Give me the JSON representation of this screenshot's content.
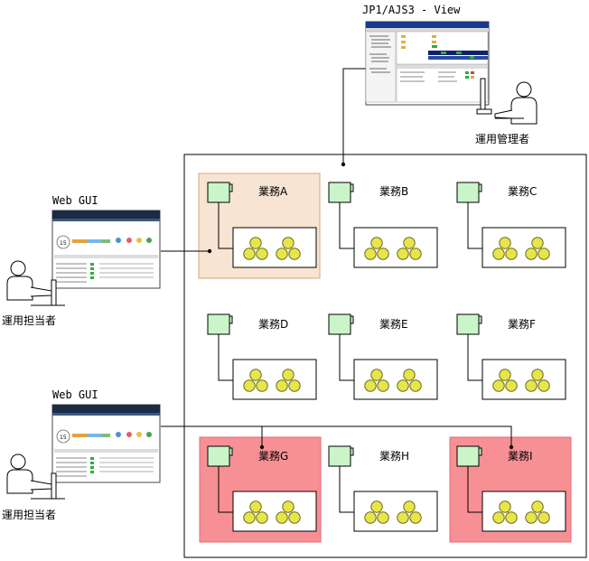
{
  "viewer": {
    "label": "JP1/AJS3 - View",
    "user": "運用管理者"
  },
  "webgui": [
    {
      "label": "Web GUI",
      "user": "運用担当者"
    },
    {
      "label": "Web GUI",
      "user": "運用担当者"
    }
  ],
  "jobs": [
    {
      "name": "業務A",
      "highlight": "peach"
    },
    {
      "name": "業務B",
      "highlight": "none"
    },
    {
      "name": "業務C",
      "highlight": "none"
    },
    {
      "name": "業務D",
      "highlight": "none"
    },
    {
      "name": "業務E",
      "highlight": "none"
    },
    {
      "name": "業務F",
      "highlight": "none"
    },
    {
      "name": "業務G",
      "highlight": "red"
    },
    {
      "name": "業務H",
      "highlight": "none"
    },
    {
      "name": "業務I",
      "highlight": "red"
    }
  ],
  "colors": {
    "peach_fill": "#f8e4d2",
    "peach_border": "#d8a47a",
    "red_fill": "#f79095",
    "red_border": "#e46a72",
    "folder_fill": "#c9f5c9",
    "node_fill": "#e8e54a",
    "node_border": "#6b6b1c"
  }
}
